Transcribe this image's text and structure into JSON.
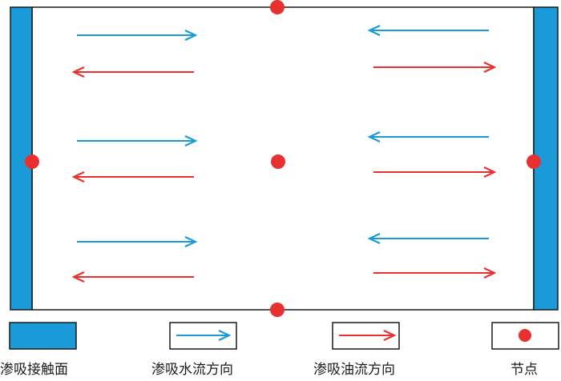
{
  "colors": {
    "water": "#1a9bd7",
    "oil": "#e8312f",
    "outline": "#1a1a1a",
    "background": "#ffffff"
  },
  "diagram": {
    "left_group": {
      "water_arrow_direction": "right",
      "oil_arrow_direction": "left",
      "pair_count": 3
    },
    "right_group": {
      "water_arrow_direction": "left",
      "oil_arrow_direction": "right",
      "pair_count": 3
    },
    "node_count": 5,
    "contact_surface_count": 2
  },
  "legend": {
    "contact_surface": "渗吸接触面",
    "water_flow": "渗吸水流方向",
    "oil_flow": "渗吸油流方向",
    "node": "节点"
  }
}
